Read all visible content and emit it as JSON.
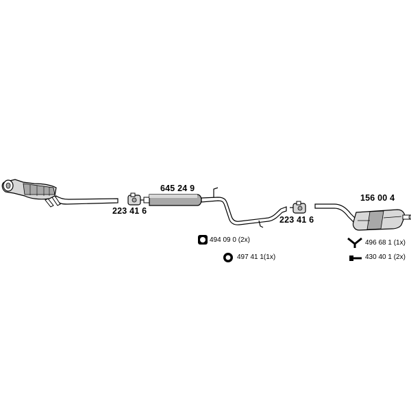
{
  "parts": {
    "clamp_left": "223 41 6",
    "middle_silencer": "645 24 9",
    "clamp_right": "223 41 6",
    "rear_silencer": "156 00 4"
  },
  "accessories": [
    {
      "icon": "rubber-mount-ring-icon",
      "text": "494 09 0 (2x)"
    },
    {
      "icon": "rubber-mount-ring-icon",
      "text": "497 41 1(1x)"
    },
    {
      "icon": "hanger-bracket-icon",
      "text": "496 68 1 (1x)"
    },
    {
      "icon": "bolt-icon",
      "text": "430 40 1 (2x)"
    }
  ],
  "colors": {
    "line": "#000000",
    "fill_light": "#d8d8d8",
    "fill_mid": "#a8a8a8",
    "background": "#ffffff"
  }
}
